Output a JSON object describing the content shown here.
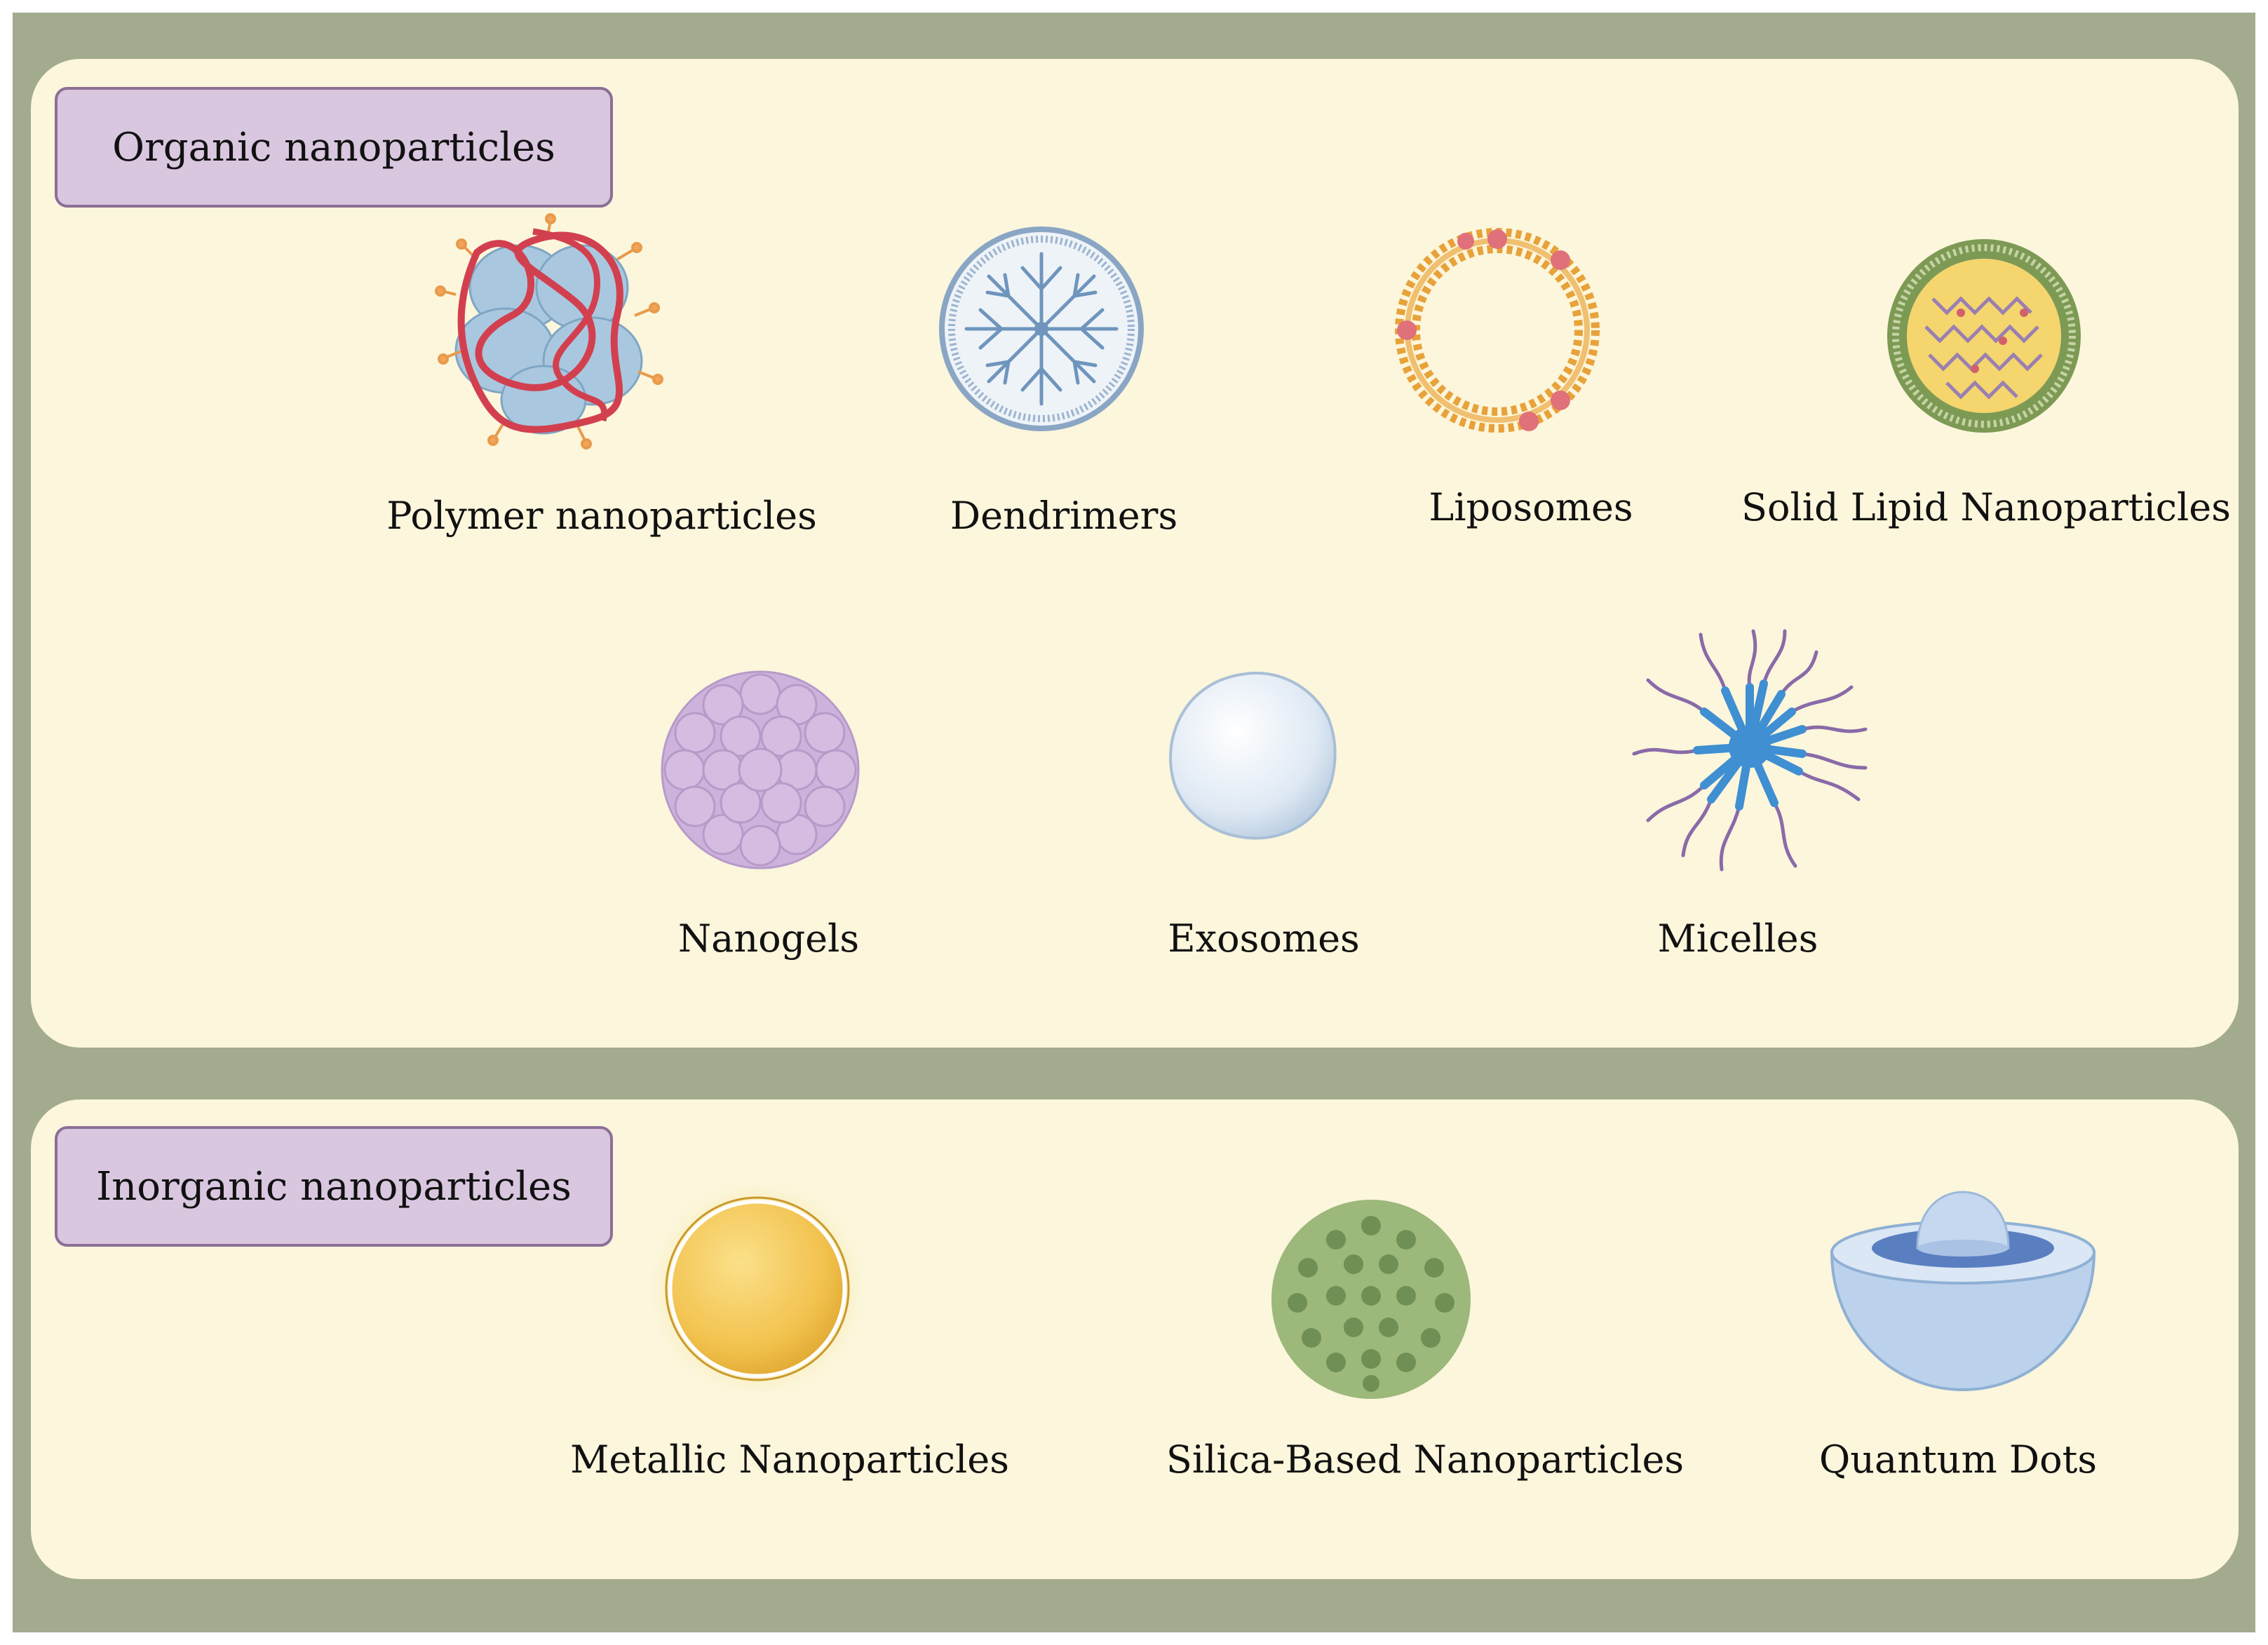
{
  "sections": [
    {
      "id": "organic",
      "title": "Organic nanoparticles",
      "items": [
        {
          "label": "Polymer nanoparticles",
          "icon": "polymer-nanoparticle-icon"
        },
        {
          "label": "Dendrimers",
          "icon": "dendrimer-icon"
        },
        {
          "label": "Liposomes",
          "icon": "liposome-icon"
        },
        {
          "label": "Solid Lipid Nanoparticles",
          "icon": "solid-lipid-nanoparticle-icon"
        },
        {
          "label": "Nanogels",
          "icon": "nanogel-icon"
        },
        {
          "label": "Exosomes",
          "icon": "exosome-icon"
        },
        {
          "label": "Micelles",
          "icon": "micelle-icon"
        }
      ]
    },
    {
      "id": "inorganic",
      "title": "Inorganic nanoparticles",
      "items": [
        {
          "label": "Metallic Nanoparticles",
          "icon": "metallic-nanoparticle-icon"
        },
        {
          "label": "Silica-Based Nanoparticles",
          "icon": "silica-nanoparticle-icon"
        },
        {
          "label": "Quantum Dots",
          "icon": "quantum-dot-icon"
        }
      ]
    }
  ],
  "colors": {
    "frame": "#a3ab8f",
    "panel": "#fbf6dc",
    "label_fill": "#d9c7e0",
    "label_border": "#8c6f96"
  }
}
